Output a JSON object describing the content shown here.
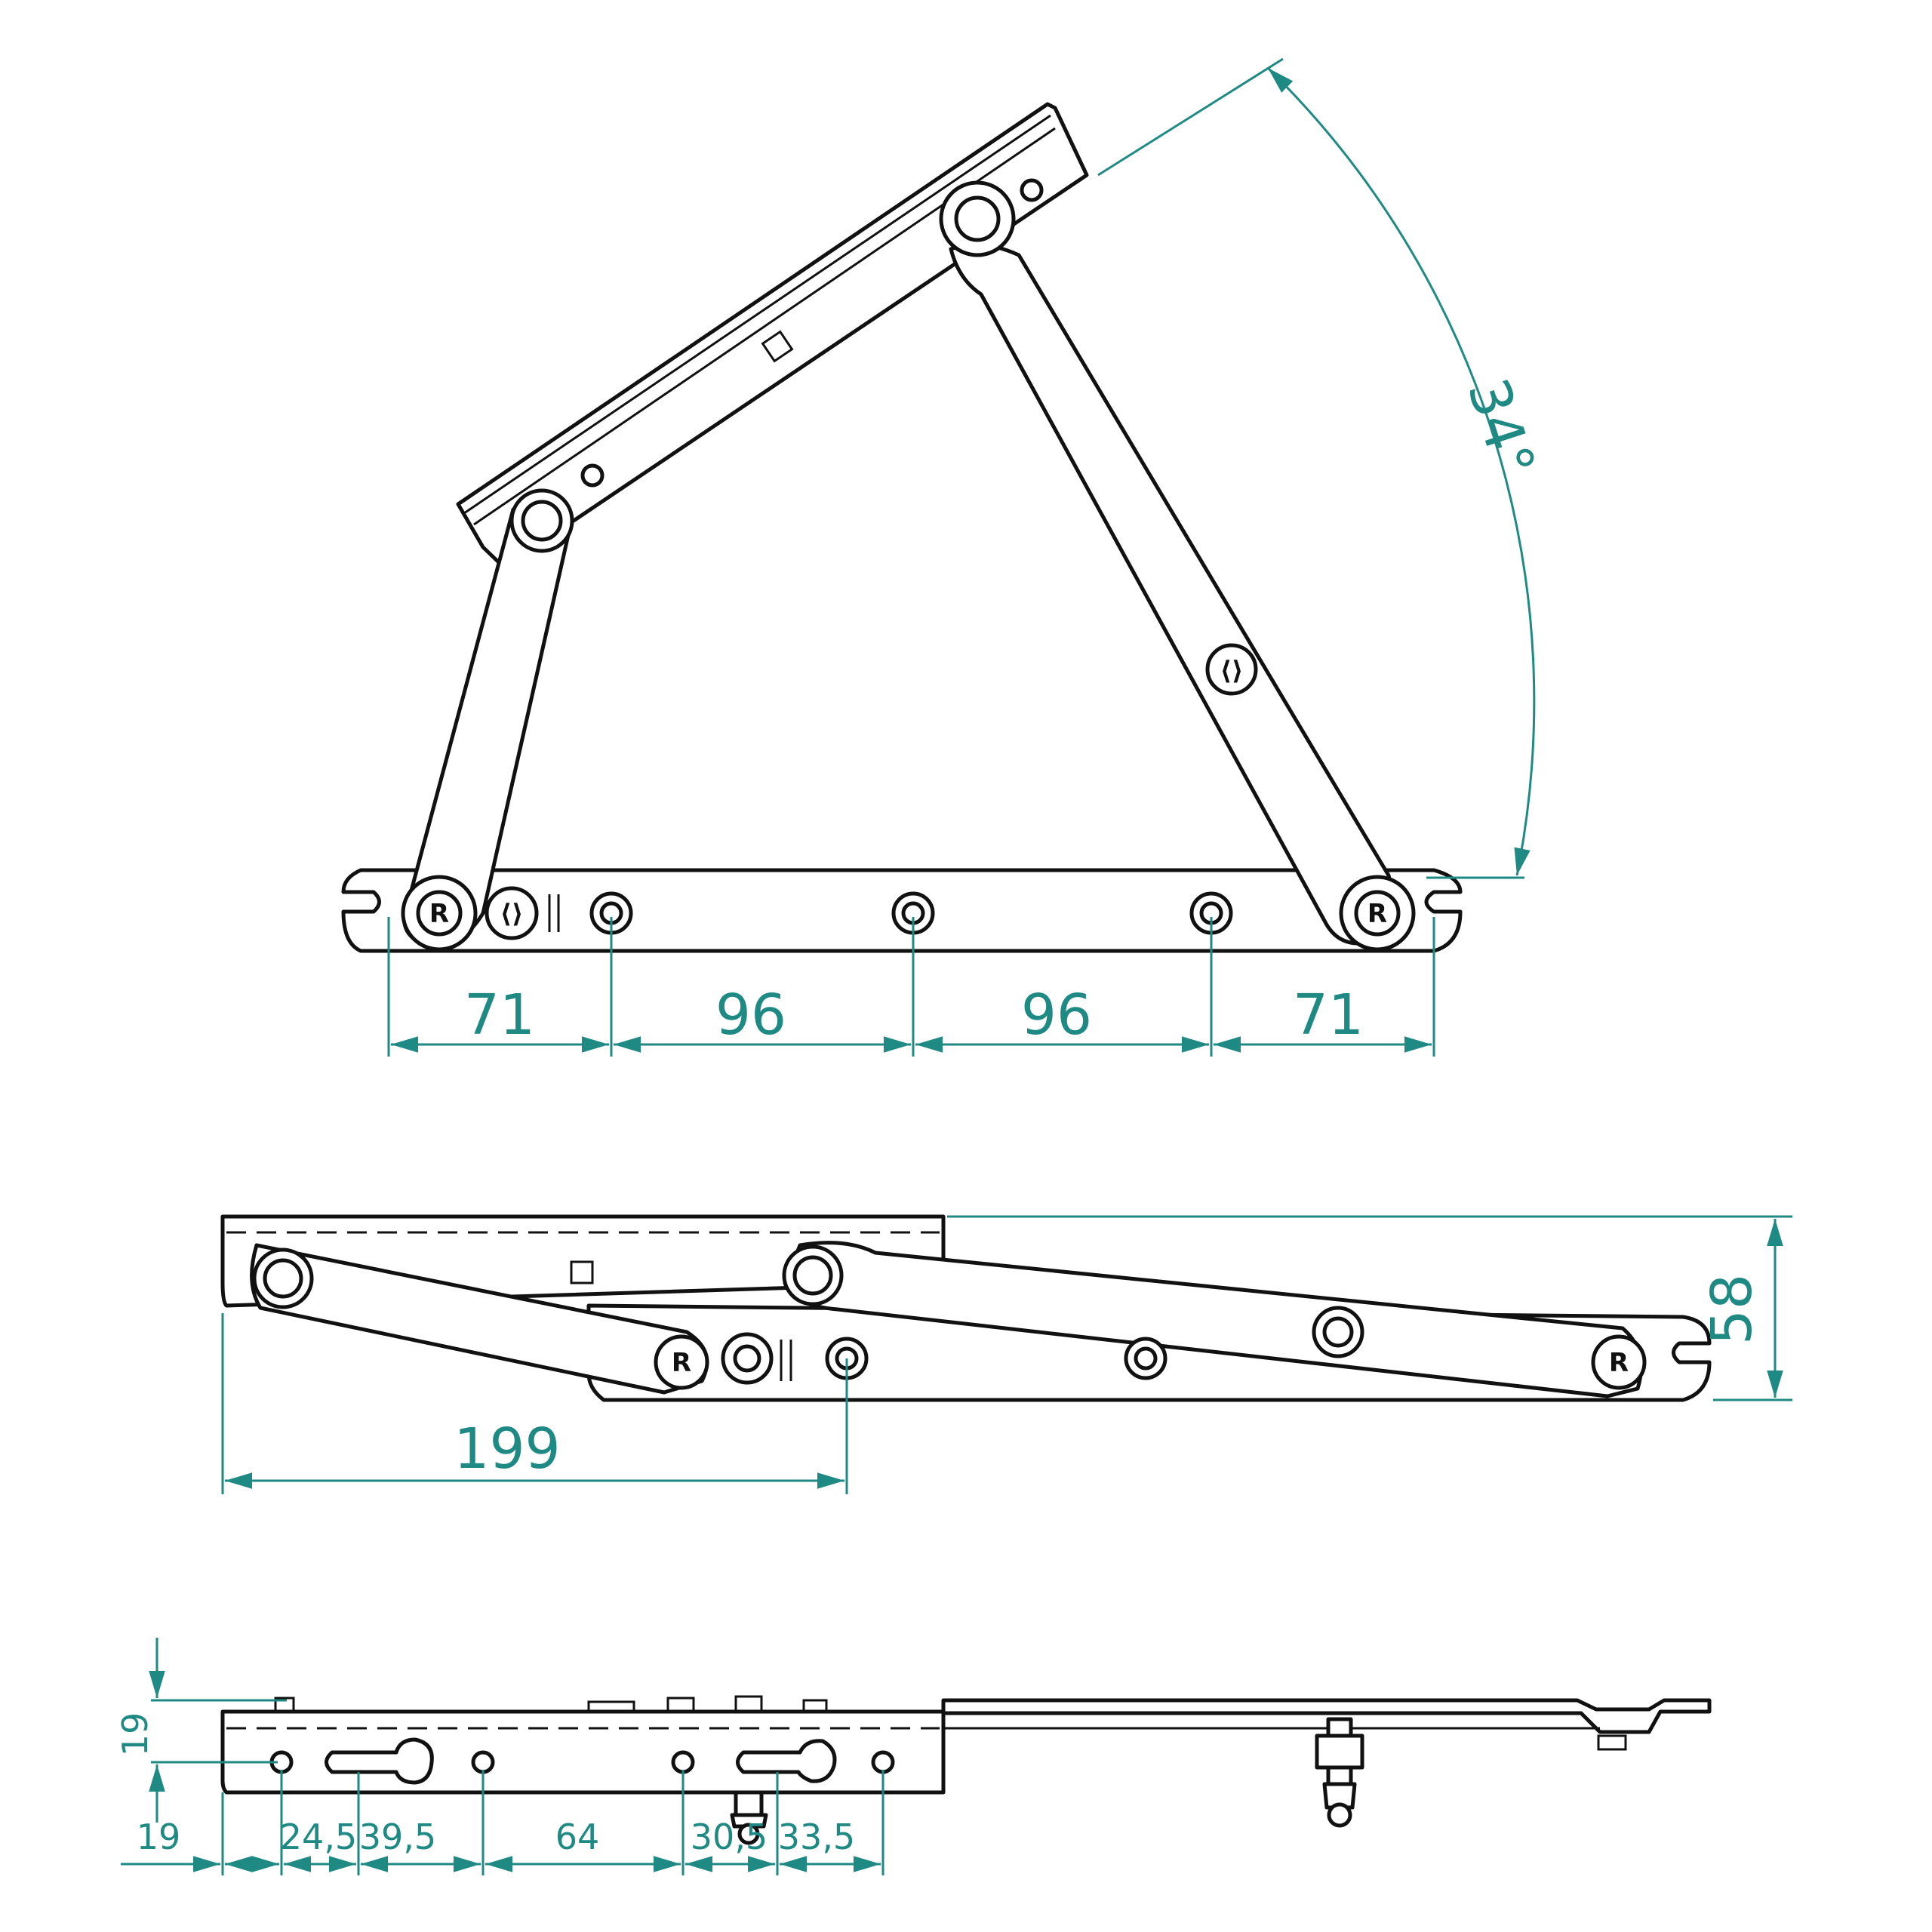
{
  "top_view": {
    "angle": "34°",
    "spacing": [
      "71",
      "96",
      "96",
      "71"
    ],
    "pivot_mark": "R"
  },
  "side_view": {
    "length": "199",
    "height": "58",
    "pivot_mark": "R"
  },
  "bottom_view": {
    "height_top": "19",
    "offset_left": "19",
    "spacing": [
      "24,5",
      "39,5",
      "64",
      "30,5",
      "33,5"
    ]
  },
  "colors": {
    "line": "#111111",
    "dimension": "#1f8a84"
  }
}
